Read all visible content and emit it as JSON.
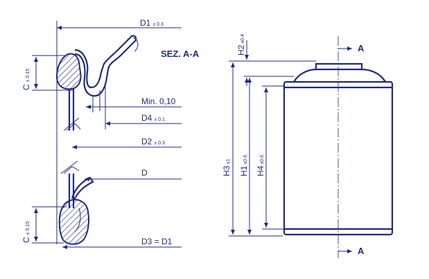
{
  "section_title": "SEZ. A-A",
  "labels": {
    "d1": {
      "main": "D1",
      "tol": "± 0.3"
    },
    "min": "Min. 0,10",
    "d4": {
      "main": "D4",
      "tol": "± 0.1"
    },
    "d2": {
      "main": "D2",
      "tol": "± 0.3"
    },
    "d": "D",
    "d3": "D3 = D1",
    "c_top": {
      "main": "C",
      "tol": "± 0.15"
    },
    "c_bottom": {
      "main": "C",
      "tol": "± 0.15"
    },
    "h1": {
      "main": "H1",
      "tol": "±0.6"
    },
    "h2": {
      "main": "H2",
      "tol": "±0.4"
    },
    "h3": {
      "main": "H3",
      "tol": "±1"
    },
    "h4": {
      "main": "H4",
      "tol": "±0.6"
    },
    "a_top": "A",
    "a_bottom": "A"
  },
  "colors": {
    "ink": "#1f2a7a",
    "background": "#ffffff"
  }
}
